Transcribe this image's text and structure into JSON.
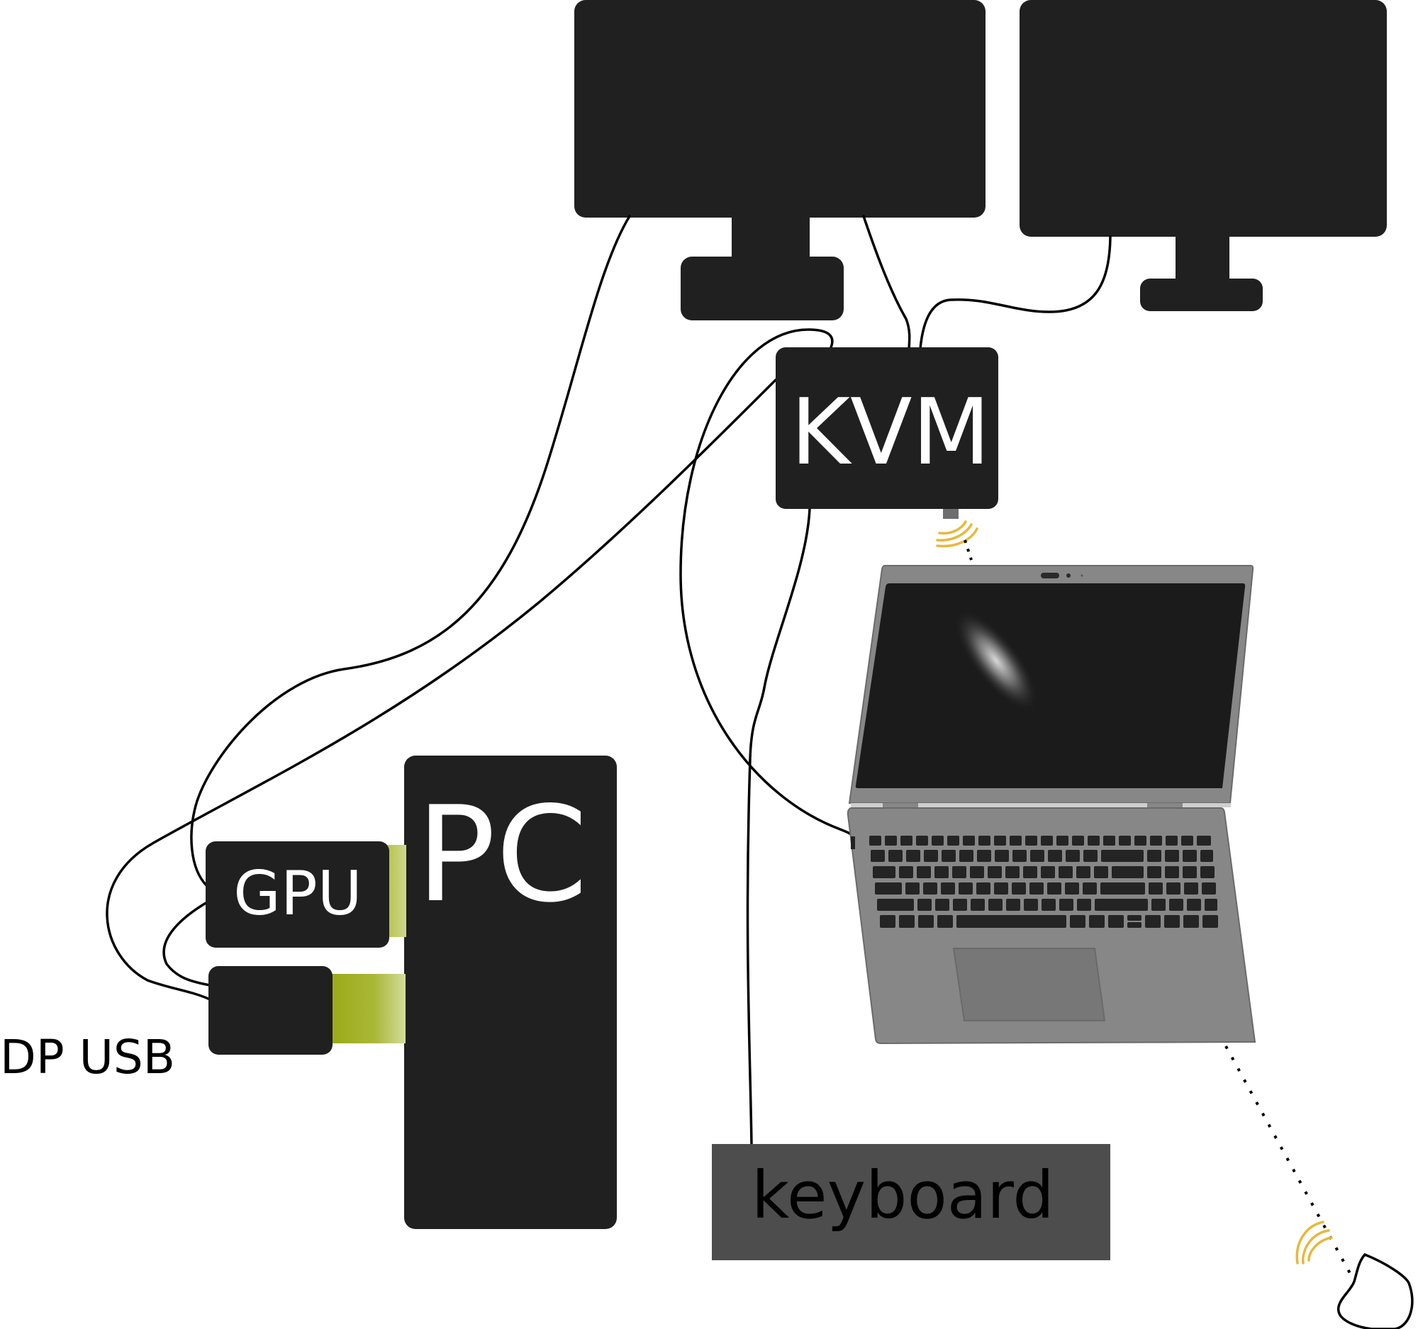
{
  "labels": {
    "kvm": "KVM",
    "pc": "PC",
    "gpu": "GPU",
    "dp_usb": "DP USB",
    "keyboard": "keyboard"
  },
  "colors": {
    "device": "#202020",
    "keyboard_body": "#4d4d4d",
    "laptop_body": "#878787",
    "laptop_screen": "#1b1b1b",
    "card_slot": "#9aaa14",
    "wireless": "#e8b83c",
    "cable": "#000000",
    "label_light": "#ffffff",
    "label_dark": "#000000"
  },
  "icons": {
    "monitor": "monitor-icon",
    "laptop": "laptop-icon",
    "mouse": "mouse-icon",
    "wireless": "wireless-signal-icon"
  }
}
